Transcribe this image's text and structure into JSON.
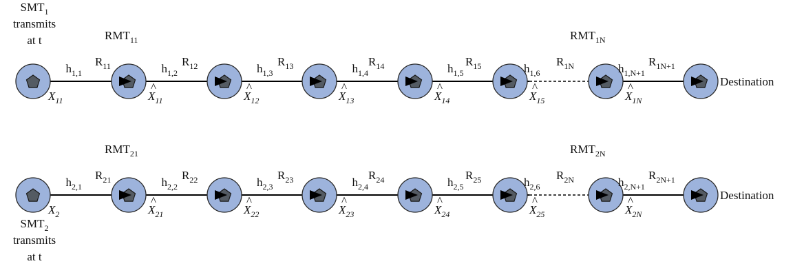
{
  "rows": [
    {
      "source": {
        "name": "SMT",
        "name_sub": "1",
        "line2": "transmits",
        "line3": "at t",
        "signal": "X",
        "signal_sub": "11"
      },
      "relays": [
        "RMT",
        "11"
      ],
      "last_relay": [
        "RMT",
        "1N"
      ],
      "links": [
        {
          "base": "h",
          "sub": "1,1"
        },
        {
          "base": "h",
          "sub": "1,2"
        },
        {
          "base": "h",
          "sub": "1,3"
        },
        {
          "base": "h",
          "sub": "1,4"
        },
        {
          "base": "h",
          "sub": "1,5"
        },
        {
          "base": "h",
          "sub": "1,6"
        },
        {
          "base": "h",
          "sub": "1,N+1"
        }
      ],
      "rates": [
        {
          "base": "R",
          "sub": "11"
        },
        {
          "base": "R",
          "sub": "12"
        },
        {
          "base": "R",
          "sub": "13"
        },
        {
          "base": "R",
          "sub": "14"
        },
        {
          "base": "R",
          "sub": "15"
        },
        {
          "base": "R",
          "sub": "1N"
        },
        {
          "base": "R",
          "sub": "1N+1"
        }
      ],
      "estimates": [
        {
          "base": "X",
          "sub": "11"
        },
        {
          "base": "X",
          "sub": "12"
        },
        {
          "base": "X",
          "sub": "13"
        },
        {
          "base": "X",
          "sub": "14"
        },
        {
          "base": "X",
          "sub": "15"
        },
        {
          "base": "X",
          "sub": "1N"
        }
      ],
      "destination": "Destination"
    },
    {
      "source": {
        "name": "SMT",
        "name_sub": "2",
        "line2": "transmits",
        "line3": "at t",
        "signal": "X",
        "signal_sub": "2"
      },
      "relays": [
        "RMT",
        "21"
      ],
      "last_relay": [
        "RMT",
        "2N"
      ],
      "links": [
        {
          "base": "h",
          "sub": "2,1"
        },
        {
          "base": "h",
          "sub": "2,2"
        },
        {
          "base": "h",
          "sub": "2,3"
        },
        {
          "base": "h",
          "sub": "2,4"
        },
        {
          "base": "h",
          "sub": "2,5"
        },
        {
          "base": "h",
          "sub": "2,6"
        },
        {
          "base": "h",
          "sub": "2,N+1"
        }
      ],
      "rates": [
        {
          "base": "R",
          "sub": "21"
        },
        {
          "base": "R",
          "sub": "22"
        },
        {
          "base": "R",
          "sub": "23"
        },
        {
          "base": "R",
          "sub": "24"
        },
        {
          "base": "R",
          "sub": "25"
        },
        {
          "base": "R",
          "sub": "2N"
        },
        {
          "base": "R",
          "sub": "2N+1"
        }
      ],
      "estimates": [
        {
          "base": "X",
          "sub": "21"
        },
        {
          "base": "X",
          "sub": "22"
        },
        {
          "base": "X",
          "sub": "23"
        },
        {
          "base": "X",
          "sub": "24"
        },
        {
          "base": "X",
          "sub": "25"
        },
        {
          "base": "X",
          "sub": "2N"
        }
      ],
      "destination": "Destination"
    }
  ]
}
